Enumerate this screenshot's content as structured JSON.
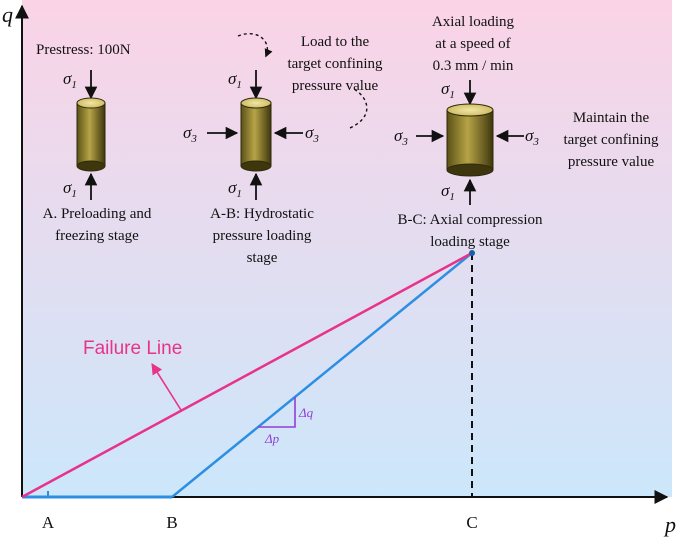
{
  "axes": {
    "x_label": "p",
    "y_label": "q"
  },
  "ticks": {
    "a": "A",
    "b": "B",
    "c": "C"
  },
  "failure_line_label": "Failure Line",
  "slope": {
    "dq": "Δq",
    "dp": "Δp"
  },
  "stage_a": {
    "top_note": "Prestress: 100N",
    "caption": [
      "A. Preloading and",
      "freezing stage"
    ]
  },
  "stage_ab": {
    "note": [
      "Load to the",
      "target confining",
      "pressure value"
    ],
    "caption": [
      "A-B: Hydrostatic",
      "pressure loading",
      "stage"
    ]
  },
  "stage_bc": {
    "top_note": [
      "Axial loading",
      "at a speed of",
      "0.3 mm / min"
    ],
    "right_note": [
      "Maintain the",
      "target confining",
      "pressure value"
    ],
    "caption": [
      "B-C: Axial compression",
      "loading stage"
    ]
  },
  "symbols": {
    "sigma": "σ",
    "sub_axial": "1",
    "sub_confining": "3"
  },
  "colors": {
    "failure_line": "#e8338a",
    "stress_path": "#2d8fe3",
    "slope_marker": "#8f3fd6",
    "bg_top": "#fbd3e6",
    "bg_bottom": "#cce7fb",
    "cylinder_light": "#e8da8a",
    "cylinder_dark": "#4d4512"
  }
}
